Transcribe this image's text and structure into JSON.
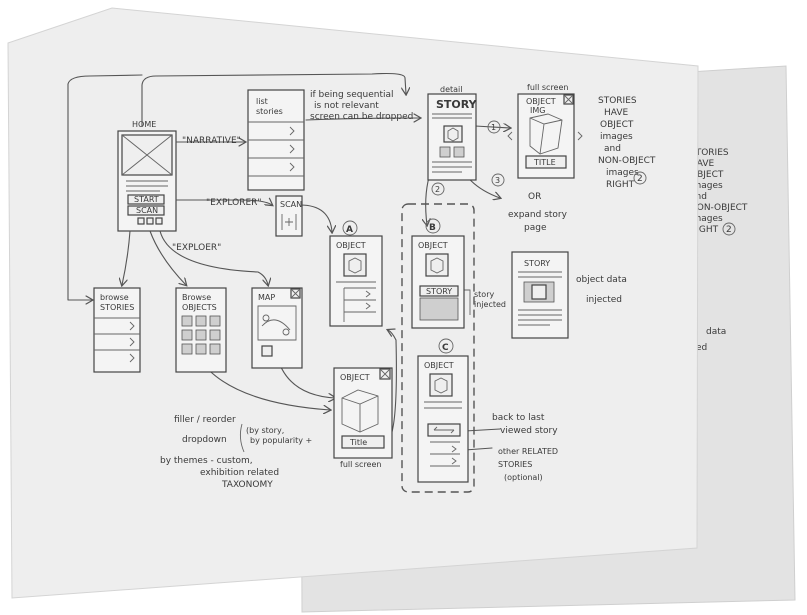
{
  "back_sheet": {
    "note_lines": [
      "STORIES",
      "HAVE",
      "OBJECT",
      "images",
      "and",
      "NON-OBJECT",
      "images",
      "RIGHT",
      "2"
    ],
    "fragments": [
      "data",
      "ed"
    ]
  },
  "home": {
    "title": "HOME",
    "start": "START",
    "scan": "SCAN"
  },
  "labels": {
    "narrative": "\"NARRATIVE\"",
    "explorer_1": "\"EXPLORER\"",
    "explorer_2": "\"EXPLOER\"",
    "sequential": [
      "if being sequential",
      "is not relevant",
      "screen can be dropped"
    ],
    "detail": "detail",
    "full_screen_top": "full screen",
    "or": "OR",
    "expand": [
      "expand story",
      "page"
    ],
    "object_data": [
      "object data",
      "injected"
    ],
    "story_injected": [
      "story",
      "injected"
    ],
    "back_to_last": [
      "back to last",
      "viewed story"
    ],
    "other_related": [
      "other RELATED",
      "STORIES",
      "(optional)"
    ],
    "filter_lines": [
      "filler / reorder",
      "dropdown",
      "(by story,",
      "by popularity +",
      "by themes - custom,",
      "exhibition related",
      "TAXONOMY"
    ],
    "full_screen_bottom": "full screen",
    "numbers": [
      "1",
      "2",
      "3"
    ]
  },
  "list_stories": {
    "title": [
      "list",
      "stories"
    ]
  },
  "scan_box": {
    "title": "SCAN"
  },
  "detail_box": {
    "title": "STORY"
  },
  "full_box": {
    "title": [
      "OBJECT",
      "IMG"
    ],
    "caption": "TITLE"
  },
  "notes_right": [
    "STORIES",
    "HAVE",
    "OBJECT",
    "images",
    "and",
    "NON-OBJECT",
    "images",
    "RIGHT",
    "2"
  ],
  "box_a": {
    "marker": "A",
    "title": "OBJECT"
  },
  "box_b": {
    "marker": "B",
    "title": "OBJECT",
    "story": "STORY"
  },
  "box_c": {
    "marker": "C",
    "title": "OBJECT"
  },
  "expanded_story": {
    "title": "STORY"
  },
  "browse_stories": {
    "title": [
      "browse",
      "STORIES"
    ]
  },
  "browse_objects": {
    "title": [
      "Browse",
      "OBJECTS"
    ]
  },
  "map_box": {
    "title": "MAP"
  },
  "object_full": {
    "title": "OBJECT",
    "caption": "Title"
  }
}
